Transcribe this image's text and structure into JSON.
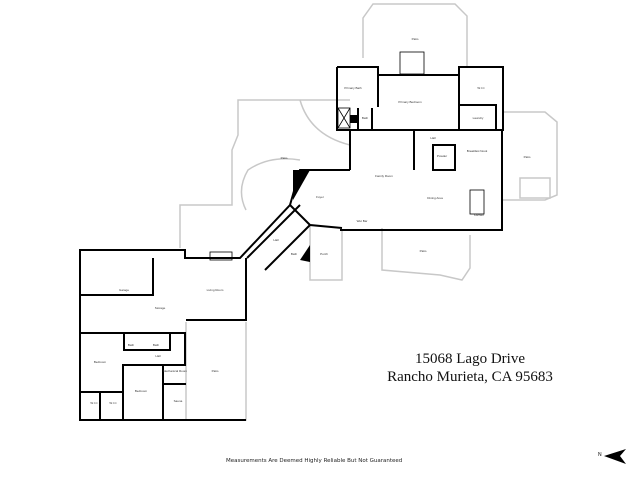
{
  "address": {
    "line1": "15068 Lago Drive",
    "line2": "Rancho Murieta, CA  95683"
  },
  "disclaimer": "Measurements Are Deemed Highly Reliable But Not Guaranteed",
  "compass": {
    "label": "N",
    "icon": "north-arrow-icon"
  },
  "rooms": {
    "patio_top": "Patio",
    "primary_bath": "Primary Bath",
    "primary_bedroom": "Primary Bedroom",
    "wic_primary": "W.I.C",
    "laundry": "Laundry",
    "bath_primary_small": "Bath",
    "hall_upper": "Hall",
    "powder": "Powder",
    "breakfast_nook": "Breakfast Nook",
    "patio_right": "Patio",
    "family_room": "Family Room",
    "dining_area": "Dining Area",
    "kitchen": "Kitchen",
    "foyer": "Foyer",
    "wet_bar": "Wet Bar",
    "hall_diagonal": "Hall",
    "bath_diagonal": "Bath",
    "porch": "Porch",
    "patio_left": "Patio",
    "patio_bottom": "Patio",
    "garage": "Garage",
    "living_room": "Living Room",
    "storage": "Storage",
    "bath_a": "Bath",
    "bath_b": "Bath",
    "hall_lower": "Hall",
    "bedroom_1": "Bedroom",
    "bedroom_2": "Bedroom",
    "mechanical_room": "Mechanical Room",
    "sauna": "Sauna",
    "patio_lower_left": "Patio",
    "wic_1": "W.I.C",
    "wic_2": "W.I.C"
  }
}
